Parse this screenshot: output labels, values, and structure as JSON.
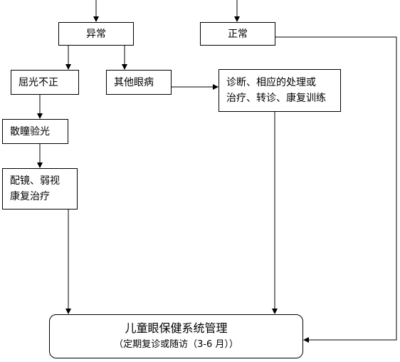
{
  "nodes": {
    "abnormal": "异常",
    "normal": "正常",
    "refractive_error": "屈光不正",
    "other_eye_disease": "其他眼病",
    "diagnosis_line1": "诊断、相应的处理或",
    "diagnosis_line2": "治疗、转诊、康复训练",
    "cycloplegic_refraction": "散瞳验光",
    "glasses_line1": "配镜、弱视",
    "glasses_line2": "康复治疗",
    "management_title": "儿童眼保健系统管理",
    "management_subtitle": "（定期复诊或随访（3-6 月））"
  }
}
